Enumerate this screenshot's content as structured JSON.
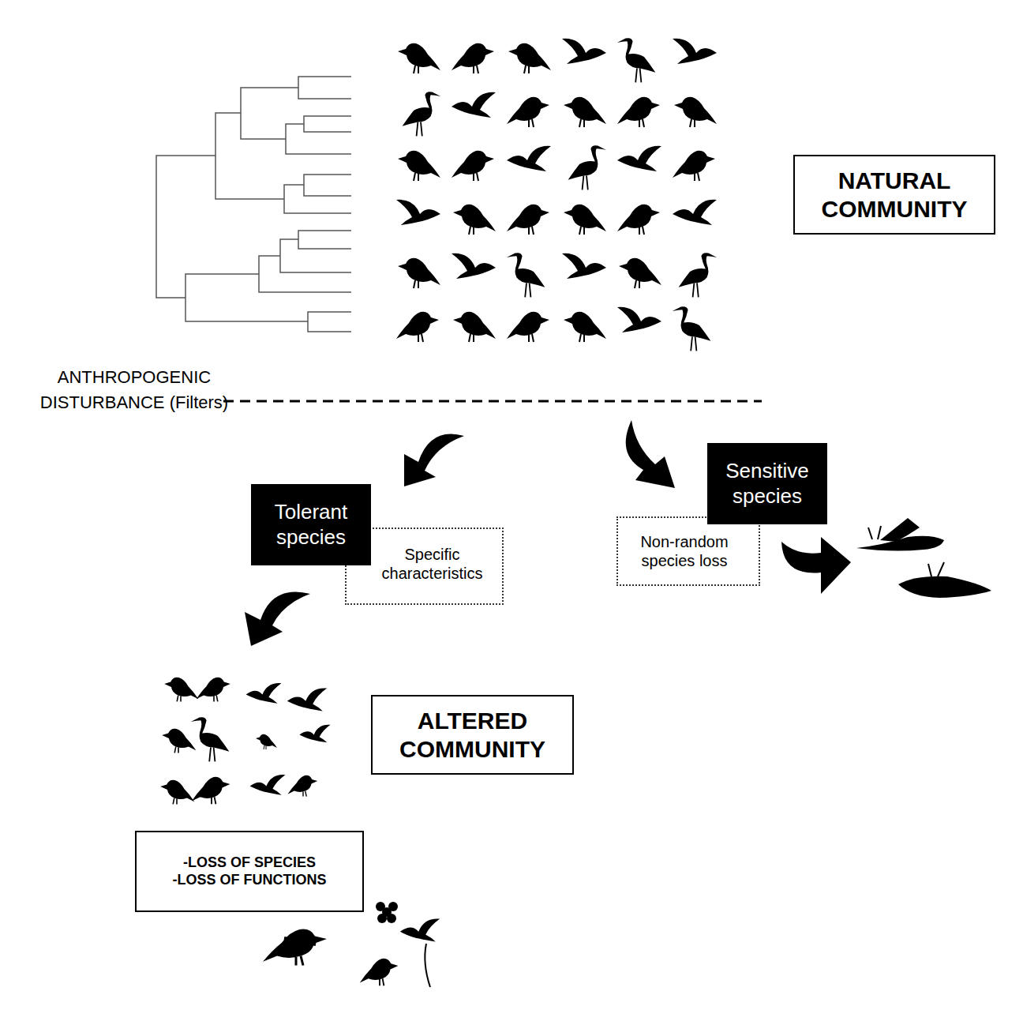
{
  "diagram": {
    "nodes": [
      {
        "text": [
          "NATURAL COMMUNITY"
        ]
      },
      {
        "text": [
          "Tolerant species"
        ]
      },
      {
        "text": [
          "Specific characteristics"
        ]
      },
      {
        "text": [
          "Sensitive species"
        ]
      },
      {
        "text": [
          "Non-random species loss"
        ]
      },
      {
        "text": [
          "ALTERED COMMUNITY"
        ]
      },
      {
        "text": [
          "-LOSS OF SPECIES",
          "-LOSS OF FUNCTIONS"
        ]
      }
    ],
    "labels": [
      "ANTHROPOGENIC DISTURBANCE (Filters)"
    ]
  }
}
